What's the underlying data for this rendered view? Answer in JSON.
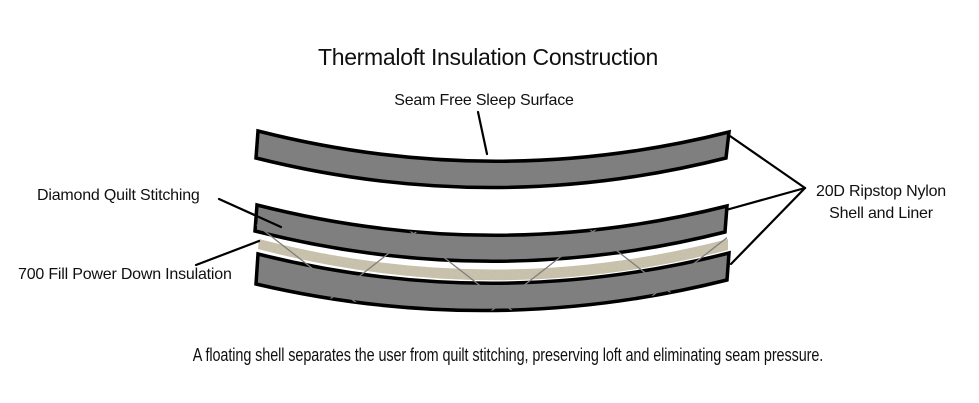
{
  "title": "Thermaloft Insulation Construction",
  "labels": {
    "sleep_surface": "Seam Free Sleep Surface",
    "quilt_stitching": "Diamond Quilt Stitching",
    "down_insulation": "700 Fill Power Down Insulation",
    "shell_liner_line1": "20D Ripstop Nylon",
    "shell_liner_line2": "Shell and Liner"
  },
  "caption": "A floating shell separates the user from quilt stitching, preserving loft and eliminating seam pressure.",
  "colors": {
    "background": "#ffffff",
    "shell_gray": "#7f7f7f",
    "outline_black": "#000000",
    "down_tan": "#cdc6b0",
    "stitch_gray": "#7f7f7f",
    "text_black": "#101010"
  }
}
